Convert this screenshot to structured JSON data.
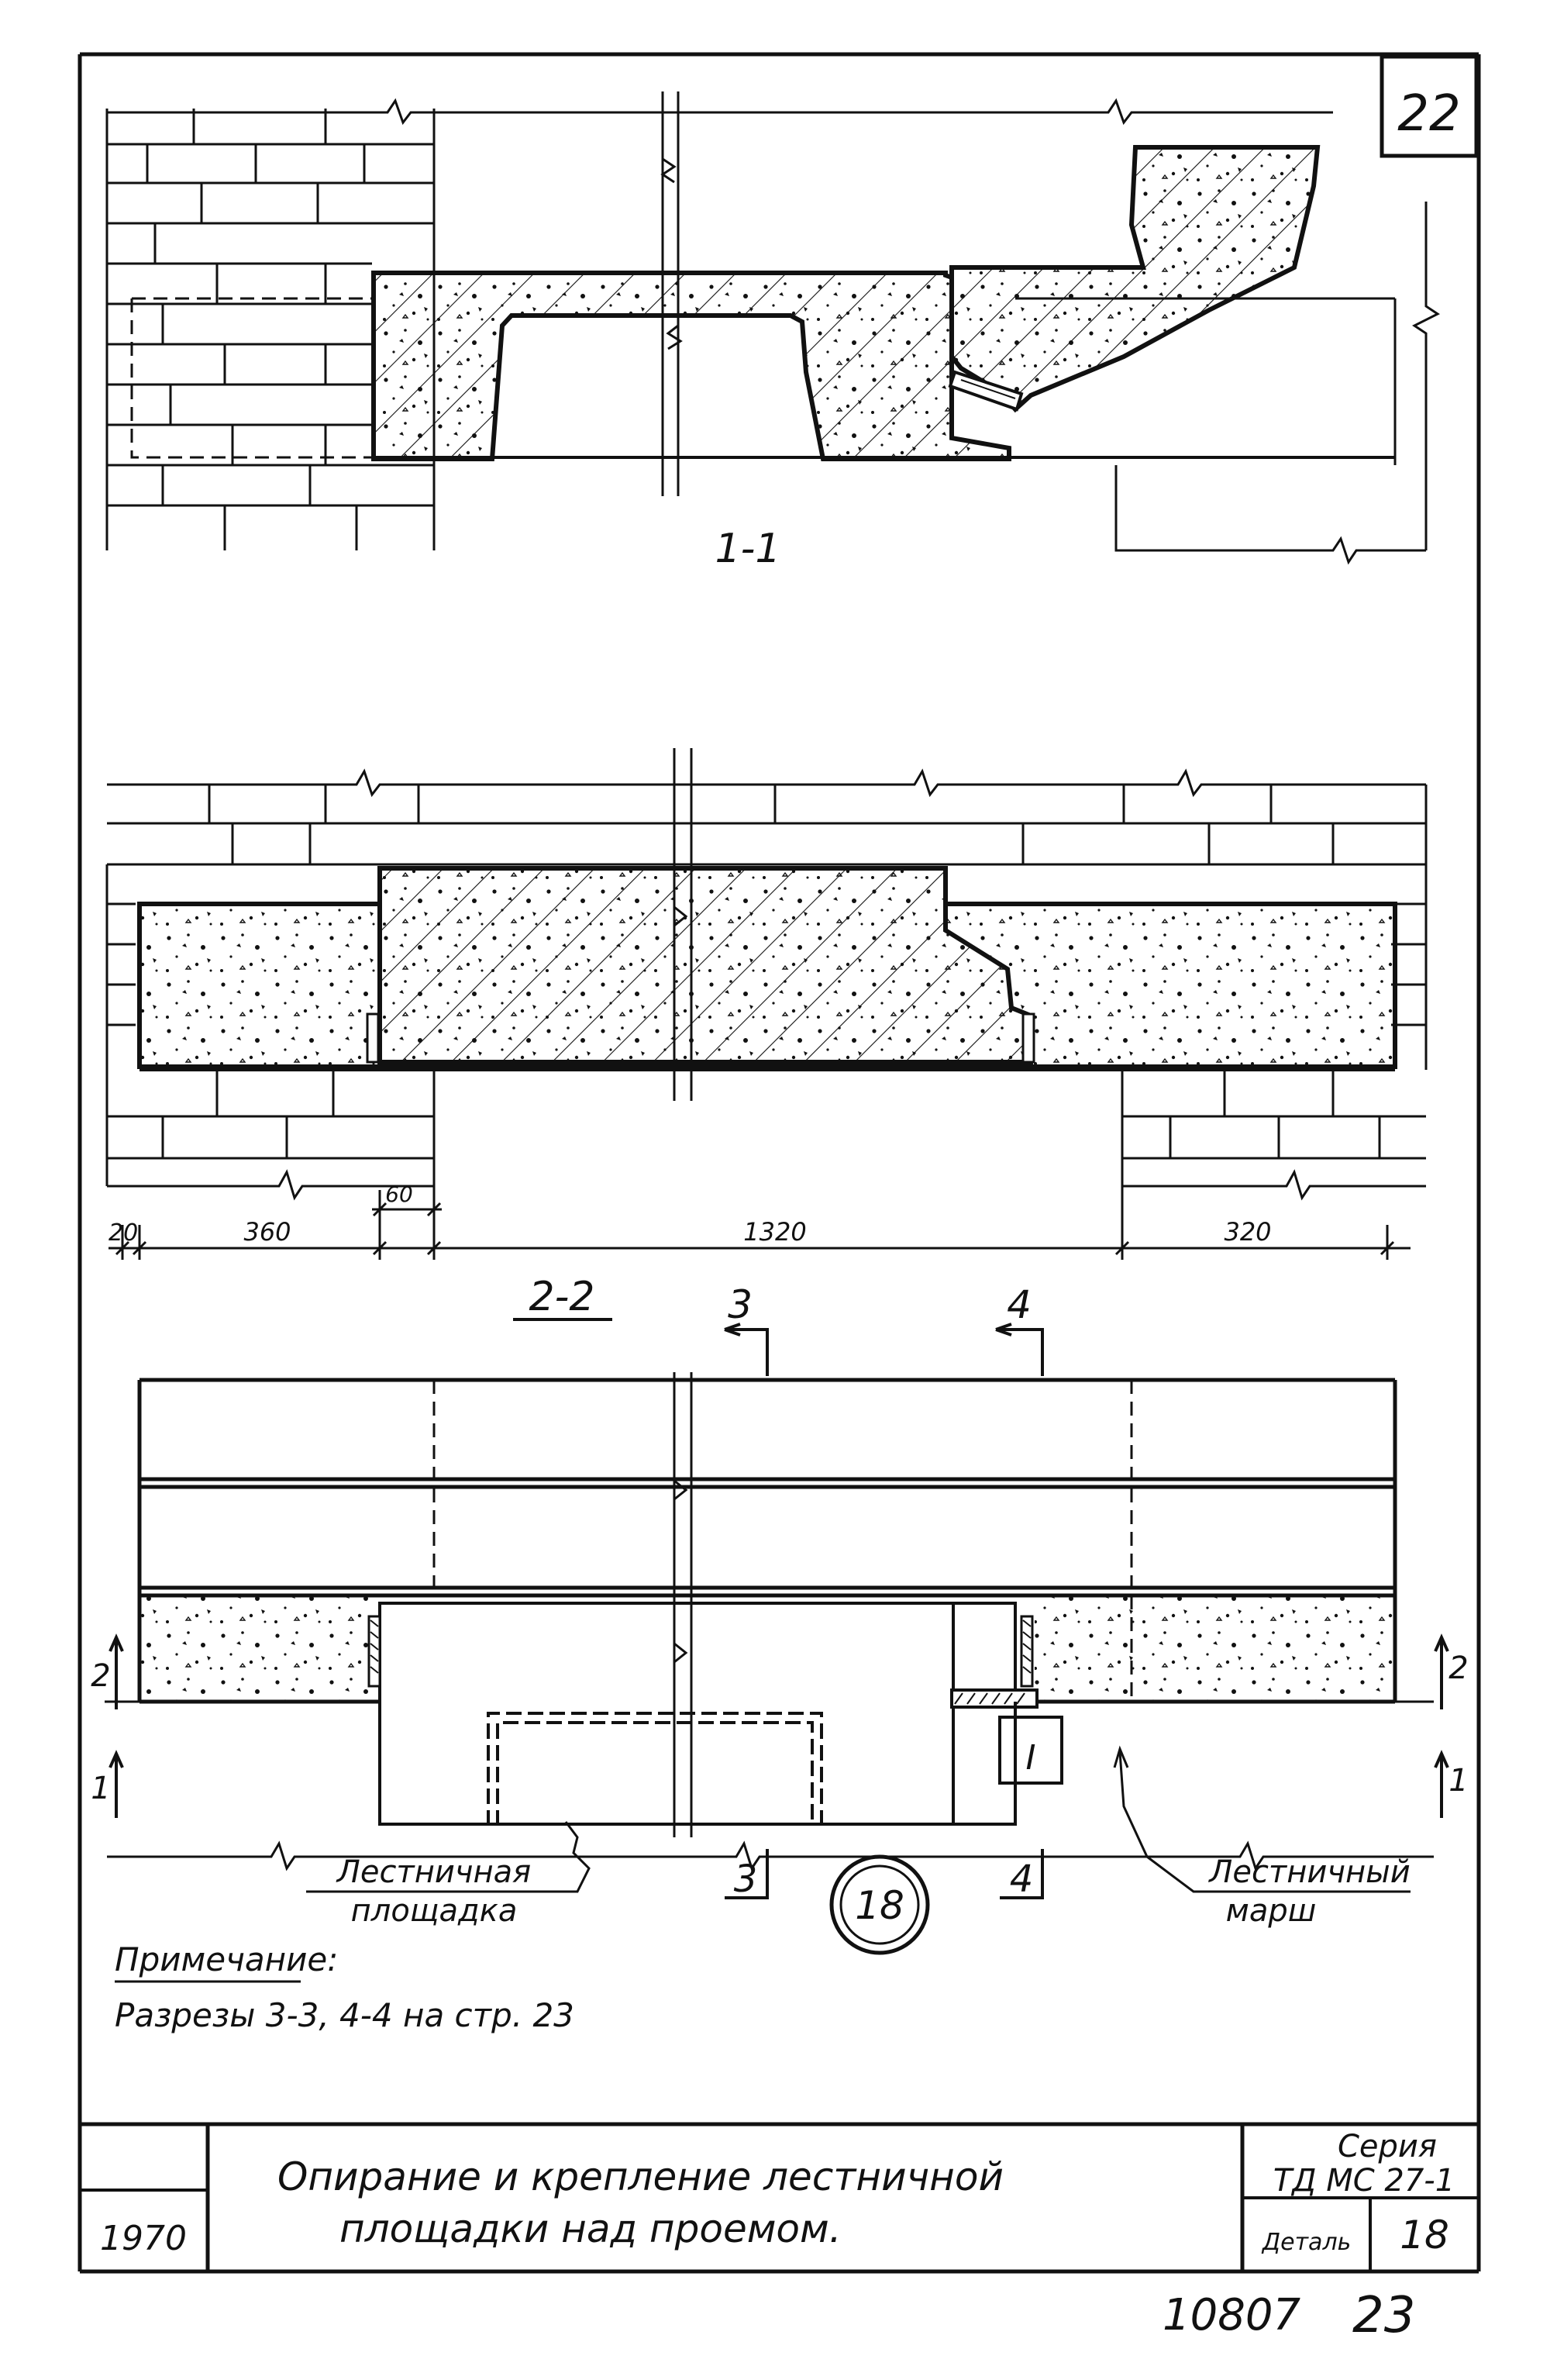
{
  "sheet": {
    "page_number": "22",
    "bottom_code": "10807",
    "bottom_page": "23"
  },
  "sections": {
    "s11": "1-1",
    "s22": "2-2",
    "cut3_top": "3",
    "cut4_top": "4",
    "cut3_bottom": "3",
    "cut4_bottom": "4",
    "cut1_left": "1",
    "cut2_left": "2",
    "cut1_right": "1",
    "cut2_right": "2"
  },
  "dimensions": {
    "d20": "20",
    "d360": "360",
    "d60": "60",
    "d1320": "1320",
    "d320": "320"
  },
  "labels": {
    "landing_line1": "Лестничная",
    "landing_line2": "площадка",
    "flight_line1": "Лестничный",
    "flight_line2": "марш",
    "mark_I": "I",
    "detail_circle": "18"
  },
  "note": {
    "title": "Примечание:",
    "text": "Разрезы 3-3, 4-4 на стр. 23"
  },
  "title_block": {
    "title_line1": "Опирание  и  крепление  лестничной",
    "title_line2": "площадки  над  проемом.",
    "year": "1970",
    "series_label": "Серия",
    "series_value": "ТД МС 27-1",
    "detail_label": "Деталь",
    "detail_value": "18"
  },
  "colors": {
    "ink": "#111111",
    "paper": "#ffffff"
  }
}
